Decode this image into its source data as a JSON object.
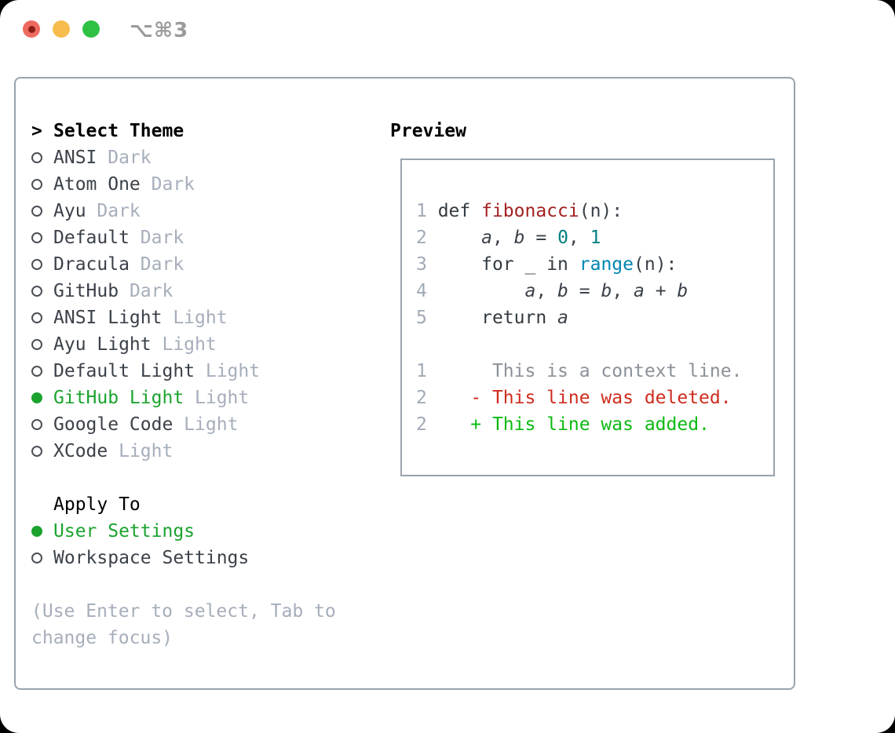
{
  "window": {
    "shortcut": "⌥⌘3",
    "traffic_lights": [
      "close",
      "minimize",
      "zoom"
    ]
  },
  "theme_picker": {
    "prompt": ">",
    "title": "Select Theme",
    "themes": [
      {
        "name": "ANSI",
        "variant": "Dark",
        "selected": false
      },
      {
        "name": "Atom One",
        "variant": "Dark",
        "selected": false
      },
      {
        "name": "Ayu",
        "variant": "Dark",
        "selected": false
      },
      {
        "name": "Default",
        "variant": "Dark",
        "selected": false
      },
      {
        "name": "Dracula",
        "variant": "Dark",
        "selected": false
      },
      {
        "name": "GitHub",
        "variant": "Dark",
        "selected": false
      },
      {
        "name": "ANSI Light",
        "variant": "Light",
        "selected": false
      },
      {
        "name": "Ayu Light",
        "variant": "Light",
        "selected": false
      },
      {
        "name": "Default Light",
        "variant": "Light",
        "selected": false
      },
      {
        "name": "GitHub Light",
        "variant": "Light",
        "selected": true
      },
      {
        "name": "Google Code",
        "variant": "Light",
        "selected": false
      },
      {
        "name": "XCode",
        "variant": "Light",
        "selected": false
      }
    ],
    "apply_to": {
      "title": "Apply To",
      "options": [
        {
          "label": "User Settings",
          "selected": true
        },
        {
          "label": "Workspace Settings",
          "selected": false
        }
      ]
    },
    "hint_lines": [
      "(Use Enter to select, Tab to",
      "change focus)"
    ]
  },
  "preview": {
    "title": "Preview",
    "code_lines": [
      {
        "num": "1",
        "segments": [
          {
            "text": "def ",
            "style": "keyword"
          },
          {
            "text": "fibonacci",
            "style": "function"
          },
          {
            "text": "(n):",
            "style": "plain"
          }
        ]
      },
      {
        "num": "2",
        "segments": [
          {
            "text": "    ",
            "style": "plain"
          },
          {
            "text": "a",
            "style": "variable"
          },
          {
            "text": ", ",
            "style": "plain"
          },
          {
            "text": "b",
            "style": "variable"
          },
          {
            "text": " = ",
            "style": "plain"
          },
          {
            "text": "0",
            "style": "number"
          },
          {
            "text": ", ",
            "style": "plain"
          },
          {
            "text": "1",
            "style": "number"
          }
        ]
      },
      {
        "num": "3",
        "segments": [
          {
            "text": "    ",
            "style": "plain"
          },
          {
            "text": "for",
            "style": "keyword"
          },
          {
            "text": " _ ",
            "style": "plain"
          },
          {
            "text": "in",
            "style": "keyword"
          },
          {
            "text": " ",
            "style": "plain"
          },
          {
            "text": "range",
            "style": "builtin"
          },
          {
            "text": "(n):",
            "style": "plain"
          }
        ]
      },
      {
        "num": "4",
        "segments": [
          {
            "text": "        ",
            "style": "plain"
          },
          {
            "text": "a",
            "style": "variable"
          },
          {
            "text": ", ",
            "style": "plain"
          },
          {
            "text": "b",
            "style": "variable"
          },
          {
            "text": " = ",
            "style": "plain"
          },
          {
            "text": "b",
            "style": "variable"
          },
          {
            "text": ", ",
            "style": "plain"
          },
          {
            "text": "a",
            "style": "variable"
          },
          {
            "text": " + ",
            "style": "plain"
          },
          {
            "text": "b",
            "style": "variable"
          }
        ]
      },
      {
        "num": "5",
        "segments": [
          {
            "text": "    ",
            "style": "plain"
          },
          {
            "text": "return",
            "style": "keyword"
          },
          {
            "text": " ",
            "style": "plain"
          },
          {
            "text": "a",
            "style": "variable"
          }
        ]
      }
    ],
    "diff_lines": [
      {
        "num": "1",
        "marker": " ",
        "style": "context",
        "text": "This is a context line."
      },
      {
        "num": "2",
        "marker": "-",
        "style": "deleted",
        "text": "This line was deleted."
      },
      {
        "num": "2",
        "marker": "+",
        "style": "added",
        "text": "This line was added."
      }
    ]
  },
  "colors": {
    "selection_green": "#1ba32f",
    "added_green": "#0cba12",
    "deleted_red": "#ce2c1e",
    "context_gray": "#8b9198",
    "function_red": "#a32222",
    "number_teal": "#008080",
    "builtin_blue": "#0086b3",
    "dim_text": "#a6aebb",
    "line_number": "#a0aab6",
    "text": "#3b4149",
    "border": "#99a3ad",
    "traffic_red": "#ee6a5e",
    "traffic_yellow": "#f6bd4e",
    "traffic_green": "#2fc144"
  }
}
